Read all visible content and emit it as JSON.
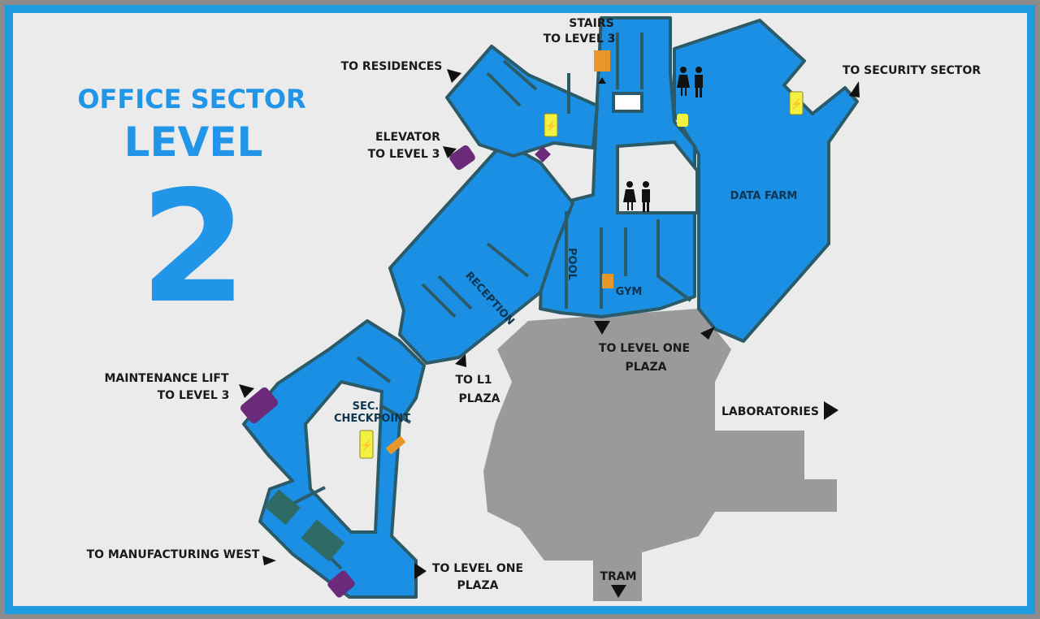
{
  "title": {
    "line1": "OFFICE SECTOR",
    "line2": "LEVEL",
    "number": "2"
  },
  "colors": {
    "frame": "#8c8c8c",
    "border": "#1f9be0",
    "background": "#ebebeb",
    "accessible_area": "#1a8fe3",
    "outline": "#2b5b68",
    "other_sector": "#9a9a9a",
    "lift": "#6b2a7a",
    "charger": "#f2f040",
    "stairs": "#e8962a"
  },
  "labels": {
    "stairs_l1": "STAIRS",
    "stairs_l2": "TO LEVEL 3",
    "residences": "TO RESIDENCES",
    "security": "TO SECURITY SECTOR",
    "elevator_l1": "ELEVATOR",
    "elevator_l2": "TO LEVEL 3",
    "data_farm": "DATA FARM",
    "pool": "POOL",
    "gym": "GYM",
    "reception": "RECEPTION",
    "level_one_plaza_l1": "TO LEVEL ONE",
    "level_one_plaza_l2": "PLAZA",
    "to_l1_l1": "TO L1",
    "to_l1_l2": "PLAZA",
    "maint_l1": "MAINTENANCE LIFT",
    "maint_l2": "TO LEVEL 3",
    "checkpoint_l1": "SEC.",
    "checkpoint_l2": "CHECKPOINT",
    "laboratories": "LABORATORIES",
    "manufacturing": "TO MANUFACTURING WEST",
    "plaza_south_l1": "TO LEVEL ONE",
    "plaza_south_l2": "PLAZA",
    "tram": "TRAM"
  },
  "icons": [
    "charging-station-icon",
    "stairs-icon",
    "restroom-icon",
    "elevator-icon",
    "direction-arrow-icon"
  ]
}
